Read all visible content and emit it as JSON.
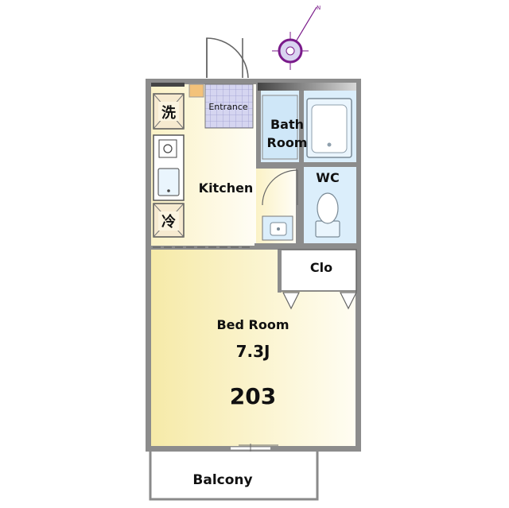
{
  "rooms": {
    "entrance": "Entrance",
    "bath_line1": "Bath",
    "bath_line2": "Room",
    "wc": "WC",
    "kitchen": "Kitchen",
    "closet": "Clo",
    "bedroom": "Bed Room",
    "bedroom_size": "7.3J",
    "balcony": "Balcony"
  },
  "unit_number": "203",
  "appliances": {
    "washer": "洗",
    "fridge": "冷"
  },
  "compass": {
    "north": "N"
  },
  "colors": {
    "wall": "#8a8a8a",
    "bedroom_fill": "#fbf4cf",
    "kitchen_fill": "#fdf8e4",
    "wet_area_fill": "#d6ecfa",
    "entrance_tile": "#c9c9ec",
    "compass_ring": "#7a1a8a"
  }
}
